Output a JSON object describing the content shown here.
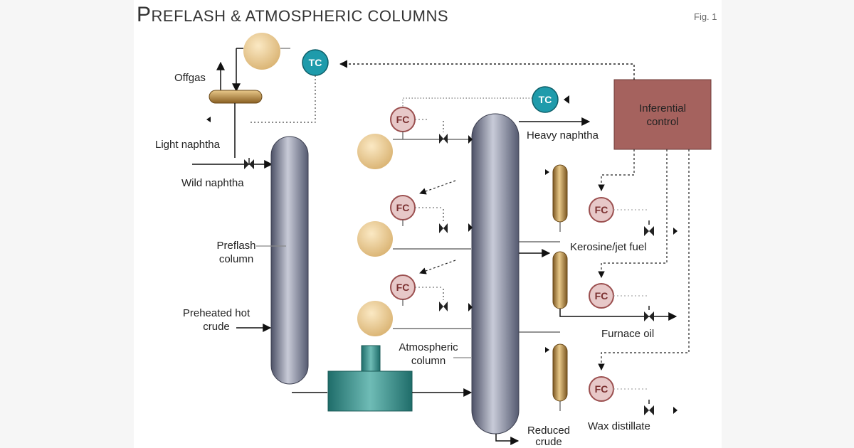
{
  "title": {
    "first_letter": "P",
    "rest": "REFLASH & ATMOSPHERIC COLUMNS"
  },
  "fig_label": "Fig. 1",
  "labels": {
    "offgas": "Offgas",
    "light_naphtha": "Light naphtha",
    "wild_naphtha": "Wild naphtha",
    "preflash_column": [
      "Preflash",
      "column"
    ],
    "preheated_crude": [
      "Preheated hot",
      "crude"
    ],
    "heavy_naphtha": "Heavy naphtha",
    "atmospheric_column": [
      "Atmospheric",
      "column"
    ],
    "kerosine_jet_fuel": "Kerosine/jet fuel",
    "furnace_oil": "Furnace oil",
    "wax_distillate": "Wax distillate",
    "reduced_crude": [
      "Reduced",
      "crude"
    ],
    "inferential_control": [
      "Inferential",
      "control"
    ]
  },
  "instruments": {
    "tc": "TC",
    "fc": "FC"
  },
  "colors": {
    "column": "#7a7f96",
    "drum": "#f0d29c",
    "stripper": "#b88a3e",
    "heater": "#2f8a86",
    "tc": "#1f9bab",
    "fc": "#9b4f4f",
    "control_box": "#a5625e"
  }
}
